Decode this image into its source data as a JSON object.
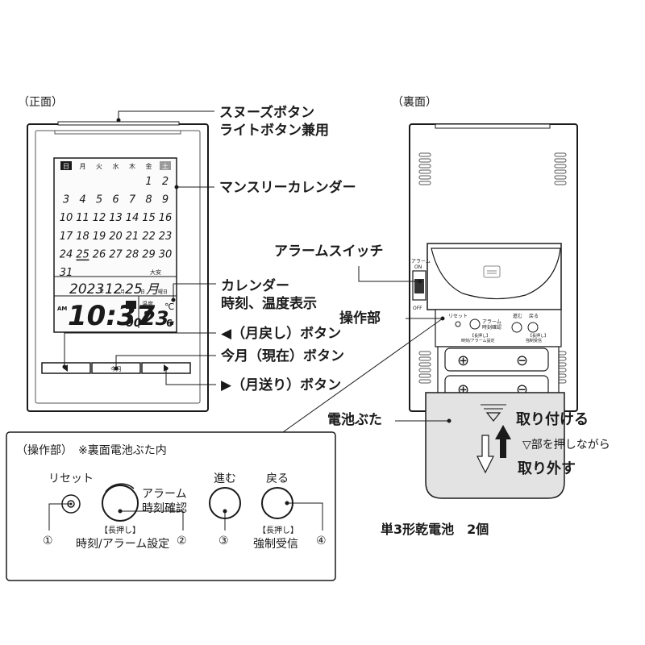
{
  "views": {
    "front": "（正面）",
    "back": "（裏面）"
  },
  "callouts": {
    "snooze_line1": "スヌーズボタン",
    "snooze_line2": "ライトボタン兼用",
    "monthly_calendar": "マンスリーカレンダー",
    "calendar_line1": "カレンダー",
    "calendar_line2": "時刻、温度表示",
    "prev_month_button": "◀（月戻し）ボタン",
    "this_month_button": "今月（現在）ボタン",
    "next_month_button": "▶（月送り）ボタン",
    "alarm_switch": "アラームスイッチ",
    "operation_part": "操作部",
    "battery_cover": "電池ぶた"
  },
  "calendar": {
    "weekdays": [
      "日",
      "月",
      "火",
      "水",
      "木",
      "金",
      "土"
    ],
    "weeks": [
      [
        "",
        "",
        "",
        "",
        "",
        "1",
        "2"
      ],
      [
        "3",
        "4",
        "5",
        "6",
        "7",
        "8",
        "9"
      ],
      [
        "10",
        "11",
        "12",
        "13",
        "14",
        "15",
        "16"
      ],
      [
        "17",
        "18",
        "19",
        "20",
        "21",
        "22",
        "23"
      ],
      [
        "24",
        "25",
        "26",
        "27",
        "28",
        "29",
        "30"
      ],
      [
        "31",
        "",
        "",
        "",
        "",
        "",
        ""
      ]
    ],
    "rokuyo": "大安",
    "date_year": "2023",
    "date_year_suffix": "年",
    "date_month": "12",
    "date_month_suffix": "月",
    "date_day": "25",
    "date_day_suffix": "日",
    "date_weekday": "月",
    "date_weekday_suffix": "曜日",
    "ampm": "AM",
    "time": "10:37",
    "seconds": "00",
    "temp_label": "温度",
    "temp_value": "23.",
    "temp_decimal": "6",
    "temp_unit": "℃",
    "today_button_label": "今月"
  },
  "back_panel": {
    "alarm_label": "アラーム",
    "alarm_on": "ON",
    "alarm_off": "OFF",
    "reset": "リセット",
    "alarm_check_line1": "アラーム",
    "alarm_check_line2": "時刻確認",
    "alarm_long1": "【長押し】",
    "alarm_long2": "時刻/アラーム設定",
    "forward": "進む",
    "back": "戻る",
    "back_long1": "【長押し】",
    "back_long2": "強制受信",
    "attach": "取り付ける",
    "push_hint": "▽部を押しながら",
    "remove": "取り外す",
    "battery_spec": "単3形乾電池　2個"
  },
  "detail": {
    "title": "（操作部）　※裏面電池ぶた内",
    "reset": "リセット",
    "alarm_line1": "アラーム",
    "alarm_line2": "時刻確認",
    "forward": "進む",
    "back": "戻る",
    "long_press": "【長押し】",
    "alarm_long": "時刻/アラーム設定",
    "back_long": "強制受信",
    "num1": "①",
    "num2": "②",
    "num3": "③",
    "num4": "④"
  }
}
